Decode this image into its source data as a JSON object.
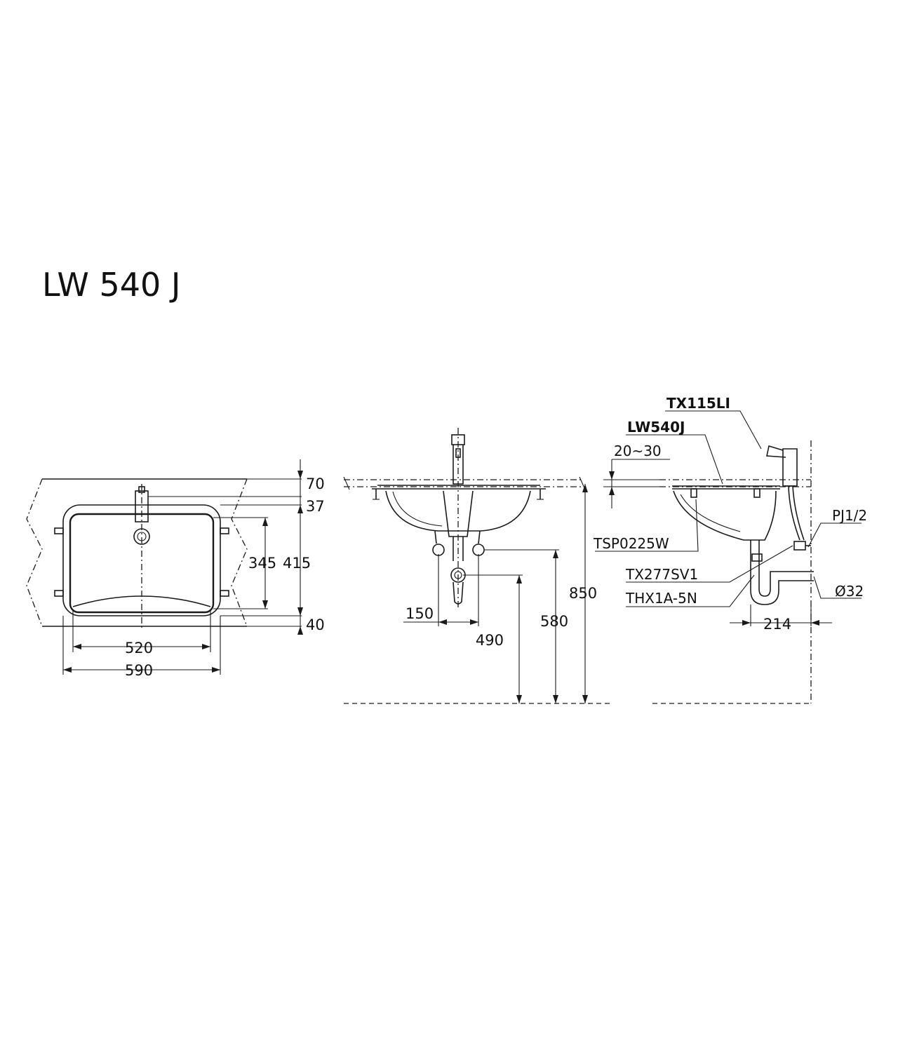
{
  "title": "LW 540 J",
  "top_view": {
    "dims": {
      "d70": "70",
      "d37": "37",
      "d345": "345",
      "d415": "415",
      "d40": "40",
      "d520": "520",
      "d590": "590"
    }
  },
  "front_view": {
    "dims": {
      "d150": "150",
      "d490": "490",
      "d580": "580",
      "d850": "850"
    }
  },
  "side_view": {
    "parts": {
      "faucet": "TX115LI",
      "basin": "LW540J",
      "bracket": "TSP0225W",
      "valve": "TX277SV1",
      "trap": "THX1A-5N",
      "thread": "PJ1/2",
      "pipe": "Ø32"
    },
    "dims": {
      "d20_30": "20~30",
      "d214": "214"
    }
  }
}
